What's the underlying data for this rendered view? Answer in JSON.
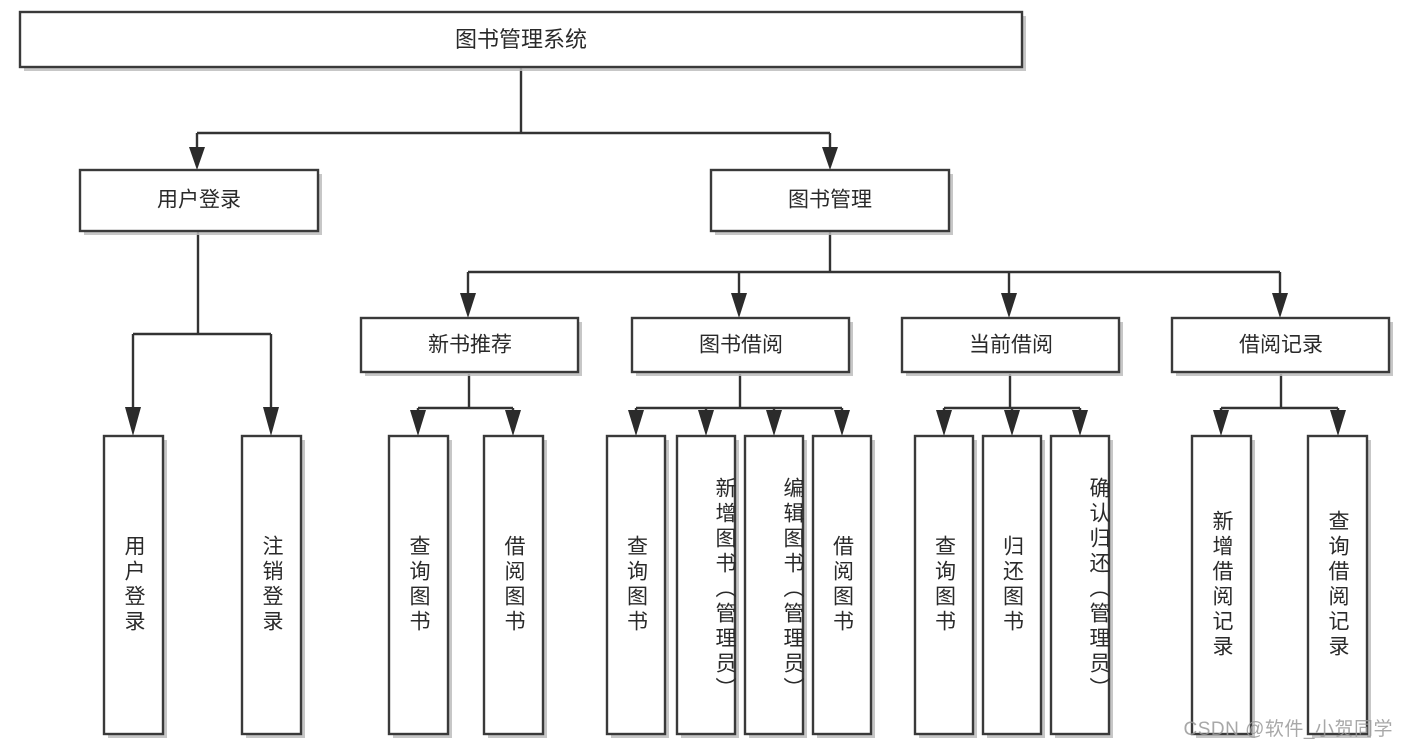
{
  "diagram": {
    "title": "图书管理系统",
    "type": "tree",
    "watermark": "CSDN @软件_小贺同学",
    "colors": {
      "box_stroke": "#3a3a3a",
      "box_fill": "#ffffff",
      "connector": "#333333",
      "shadow": "#bdbdbd",
      "text": "#2a2a2a",
      "watermark": "#9a9a9a",
      "background": "#ffffff"
    },
    "root": {
      "label": "图书管理系统"
    },
    "level2": [
      {
        "label": "用户登录"
      },
      {
        "label": "图书管理"
      }
    ],
    "level3": [
      {
        "label": "新书推荐"
      },
      {
        "label": "图书借阅"
      },
      {
        "label": "当前借阅"
      },
      {
        "label": "借阅记录"
      }
    ],
    "leaves": {
      "user_login": [
        {
          "label": "用户登录"
        },
        {
          "label": "注销登录"
        }
      ],
      "new_book_recommend": [
        {
          "label": "查询图书"
        },
        {
          "label": "借阅图书"
        }
      ],
      "book_borrow": [
        {
          "label": "查询图书"
        },
        {
          "label": "新增图书（管理员）"
        },
        {
          "label": "编辑图书（管理员）"
        },
        {
          "label": "借阅图书"
        }
      ],
      "current_borrow": [
        {
          "label": "查询图书"
        },
        {
          "label": "归还图书"
        },
        {
          "label": "确认归还（管理员）"
        }
      ],
      "borrow_records": [
        {
          "label": "新增借阅记录"
        },
        {
          "label": "查询借阅记录"
        }
      ]
    }
  }
}
